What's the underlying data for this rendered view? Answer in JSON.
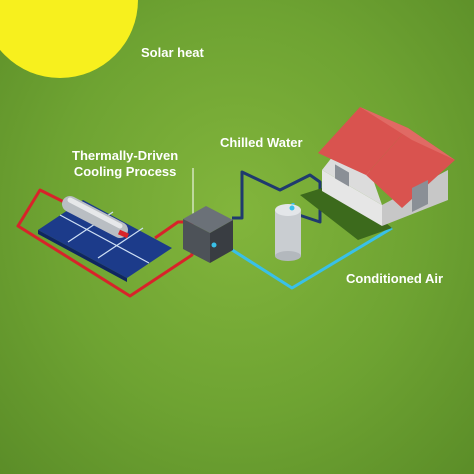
{
  "labels": {
    "solar_heat": "Solar heat",
    "chilled_water": "Chilled Water",
    "process_line1": "Thermally-Driven",
    "process_line2": "Cooling Process",
    "conditioned_air": "Conditioned Air"
  },
  "colors": {
    "background": "#6ea332",
    "sun": "#f7f01e",
    "hot_pipe": "#d8232a",
    "chilled_pipe": "#1f3a6e",
    "air_duct": "#39c0e8",
    "roof": "#d9534f",
    "panel": "#1c3b8a"
  }
}
